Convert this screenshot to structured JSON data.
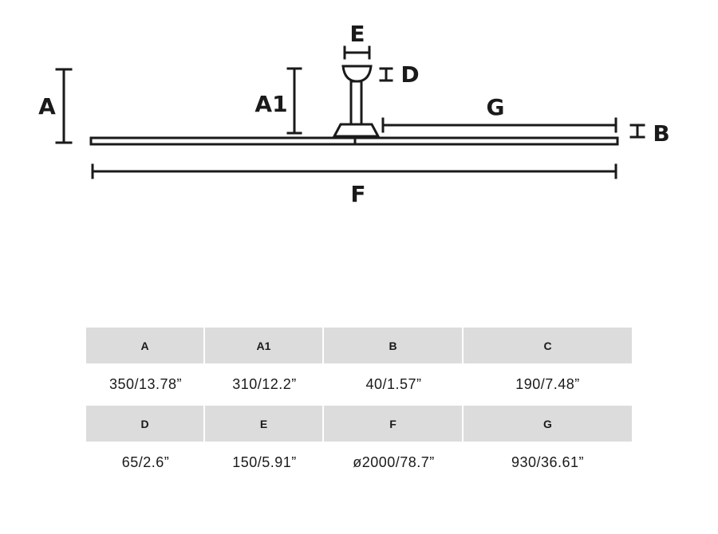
{
  "diagram": {
    "labels": {
      "A": "A",
      "A1": "A1",
      "B": "B",
      "D": "D",
      "E": "E",
      "F": "F",
      "G": "G"
    }
  },
  "table": {
    "rows": [
      {
        "headers": [
          "A",
          "A1",
          "B",
          "C"
        ],
        "values": [
          "350/13.78”",
          "310/12.2”",
          "40/1.57”",
          "190/7.48”"
        ]
      },
      {
        "headers": [
          "D",
          "E",
          "F",
          "G"
        ],
        "values": [
          "65/2.6”",
          "150/5.91”",
          "ø2000/78.7”",
          "930/36.61”"
        ]
      }
    ]
  }
}
